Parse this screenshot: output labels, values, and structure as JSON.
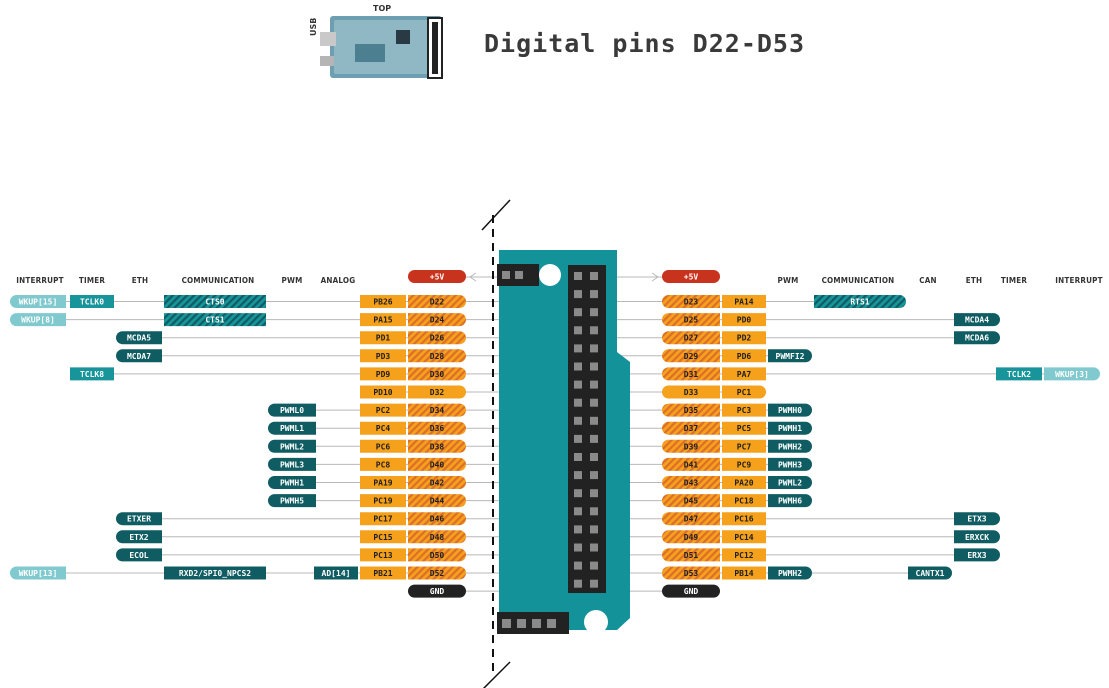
{
  "title": "Digital pins D22-D53",
  "board_thumb": {
    "top_label": "TOP",
    "usb_label": "USB"
  },
  "colors": {
    "teal_dark": "#0f5c62",
    "teal": "#17959b",
    "teal_light": "#7fc9cf",
    "orange": "#f5a11c",
    "orange_hatch": "#dd6e2a",
    "red": "#c8331d",
    "black": "#222222",
    "board": "#13929a",
    "line": "#b8b8b8"
  },
  "left_headers": [
    "INTERRUPT",
    "TIMER",
    "ETH",
    "COMMUNICATION",
    "PWM",
    "ANALOG"
  ],
  "right_headers": [
    "PWM",
    "COMMUNICATION",
    "CAN",
    "ETH",
    "TIMER",
    "INTERRUPT"
  ],
  "power": {
    "left": "+5V",
    "right": "+5V"
  },
  "ground": {
    "left": "GND",
    "right": "GND"
  },
  "left_rows": [
    {
      "interrupt": "WKUP[15]",
      "timer": "TCLK0",
      "comm": "CTS0",
      "port": "PB26",
      "pin": "D22"
    },
    {
      "interrupt": "WKUP[8]",
      "comm": "CTS1",
      "port": "PA15",
      "pin": "D24"
    },
    {
      "eth": "MCDA5",
      "port": "PD1",
      "pin": "D26"
    },
    {
      "eth": "MCDA7",
      "port": "PD3",
      "pin": "D28"
    },
    {
      "timer": "TCLK8",
      "port": "PD9",
      "pin": "D30"
    },
    {
      "port": "PD10",
      "pin": "D32",
      "plain_pin": true
    },
    {
      "pwm": "PWML0",
      "port": "PC2",
      "pin": "D34"
    },
    {
      "pwm": "PWML1",
      "port": "PC4",
      "pin": "D36"
    },
    {
      "pwm": "PWML2",
      "port": "PC6",
      "pin": "D38"
    },
    {
      "pwm": "PWML3",
      "port": "PC8",
      "pin": "D40"
    },
    {
      "pwm": "PWMH1",
      "port": "PA19",
      "pin": "D42"
    },
    {
      "pwm": "PWMH5",
      "port": "PC19",
      "pin": "D44"
    },
    {
      "eth": "ETXER",
      "port": "PC17",
      "pin": "D46"
    },
    {
      "eth": "ETX2",
      "port": "PC15",
      "pin": "D48"
    },
    {
      "eth": "ECOL",
      "port": "PC13",
      "pin": "D50"
    },
    {
      "interrupt": "WKUP[13]",
      "comm": "RXD2/SPI0_NPCS2",
      "analog": "AD[14]",
      "port": "PB21",
      "pin": "D52"
    }
  ],
  "right_rows": [
    {
      "pin": "D23",
      "port": "PA14",
      "comm": "RTS1"
    },
    {
      "pin": "D25",
      "port": "PD0",
      "eth": "MCDA4"
    },
    {
      "pin": "D27",
      "port": "PD2",
      "eth": "MCDA6"
    },
    {
      "pin": "D29",
      "port": "PD6",
      "pwm": "PWMFI2"
    },
    {
      "pin": "D31",
      "port": "PA7",
      "timer": "TCLK2",
      "interrupt": "WKUP[3]"
    },
    {
      "pin": "D33",
      "port": "PC1",
      "plain_pin": true
    },
    {
      "pin": "D35",
      "port": "PC3",
      "pwm": "PWMH0"
    },
    {
      "pin": "D37",
      "port": "PC5",
      "pwm": "PWMH1"
    },
    {
      "pin": "D39",
      "port": "PC7",
      "pwm": "PWMH2"
    },
    {
      "pin": "D41",
      "port": "PC9",
      "pwm": "PWMH3"
    },
    {
      "pin": "D43",
      "port": "PA20",
      "pwm": "PWML2"
    },
    {
      "pin": "D45",
      "port": "PC18",
      "pwm": "PWMH6"
    },
    {
      "pin": "D47",
      "port": "PC16",
      "eth": "ETX3"
    },
    {
      "pin": "D49",
      "port": "PC14",
      "eth": "ERXCK"
    },
    {
      "pin": "D51",
      "port": "PC12",
      "eth": "ERX3"
    },
    {
      "pin": "D53",
      "port": "PB14",
      "pwm": "PWMH2",
      "can": "CANTX1"
    }
  ]
}
